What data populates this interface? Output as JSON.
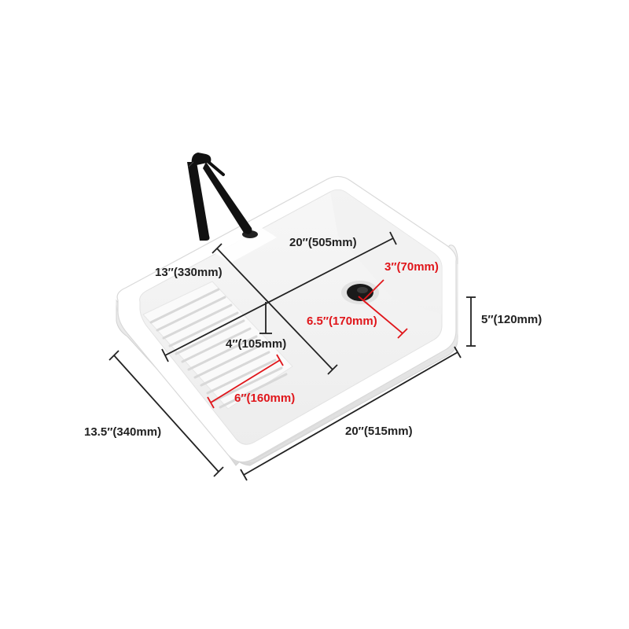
{
  "colors": {
    "dimension_line": "#222222",
    "accent_red": "#e0161b",
    "ceramic_white": "#ffffff",
    "faucet_black": "#111111"
  },
  "icons": {
    "faucet": "faucet-icon",
    "drain": "drain-icon"
  },
  "dimensions": {
    "inner_length": "20″(505mm)",
    "inner_width": "13″(330mm)",
    "drain_diameter": "3″(70mm)",
    "drain_offset": "6.5″(170mm)",
    "height": "5″(120mm)",
    "washboard_depth": "4″(105mm)",
    "washboard_length": "6″(160mm)",
    "outer_width": "13.5″(340mm)",
    "outer_length": "20″(515mm)"
  }
}
